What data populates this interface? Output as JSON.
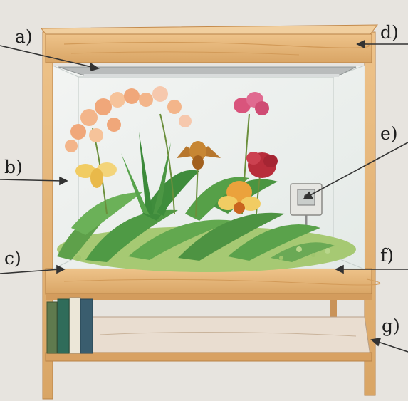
{
  "labels": {
    "a": "a)",
    "b": "b)",
    "c": "c)",
    "d": "d)",
    "e": "e)",
    "f": "f)",
    "g": "g)"
  },
  "colors": {
    "background": "#e7e4df",
    "wood": "#e3b479",
    "wood_dark": "#c48a4b",
    "glass": "#eef2f1",
    "light_fixture": "#b9bcbc",
    "soil_moss": "#8dbb5e",
    "leaf": "#4f9a45",
    "orchid_peach": "#f0a77a",
    "orchid_pink": "#d9547c",
    "orchid_red": "#b82d3b",
    "orchid_yellow": "#f1cc63",
    "book_green": "#5f7a4e"
  },
  "icons": [
    "terrarium-cabinet",
    "grow-light",
    "glass-case",
    "soil-tray",
    "hygrometer-box",
    "lower-shelf",
    "books"
  ]
}
